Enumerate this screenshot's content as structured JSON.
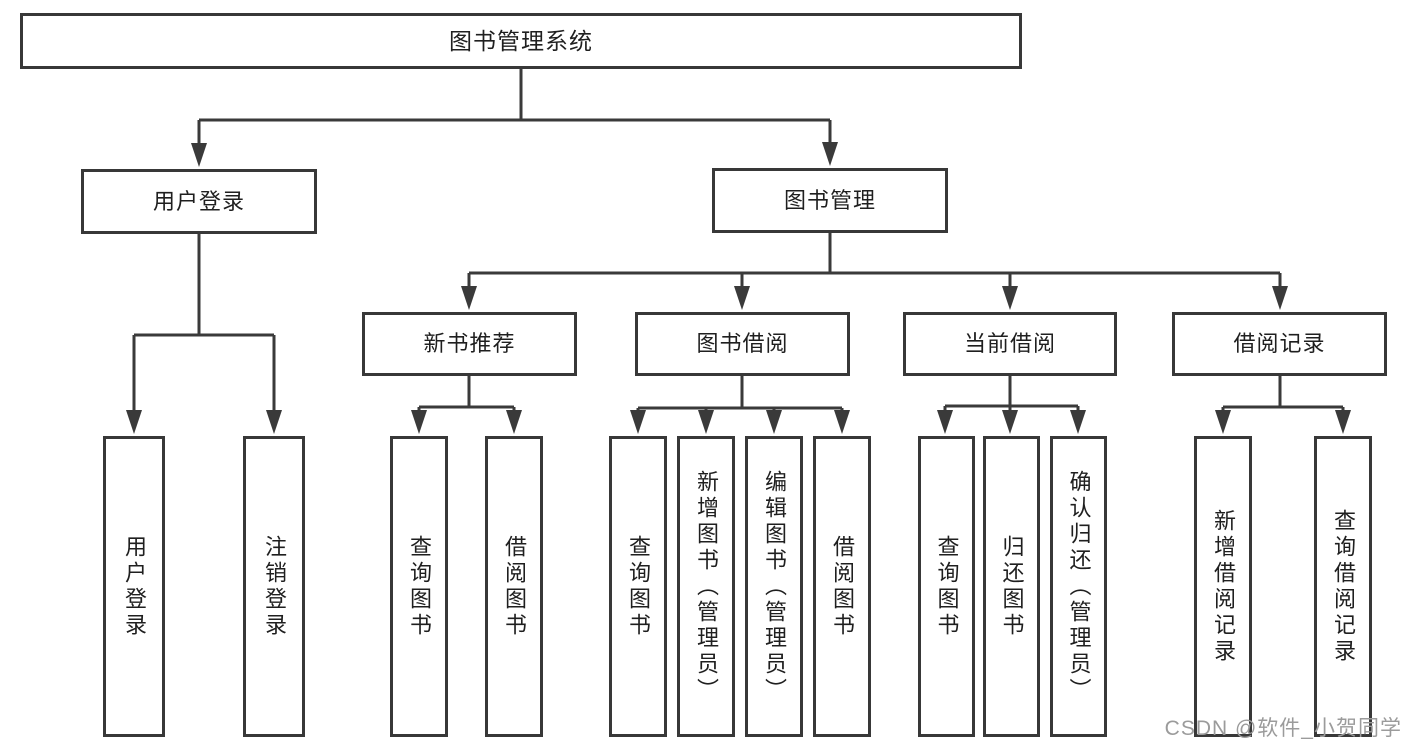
{
  "diagram": {
    "root": {
      "label": "图书管理系统",
      "children": [
        {
          "label": "用户登录",
          "children": [
            {
              "label": "用户登录"
            },
            {
              "label": "注销登录"
            }
          ]
        },
        {
          "label": "图书管理",
          "children": [
            {
              "label": "新书推荐",
              "children": [
                {
                  "label": "查询图书"
                },
                {
                  "label": "借阅图书"
                }
              ]
            },
            {
              "label": "图书借阅",
              "children": [
                {
                  "label": "查询图书"
                },
                {
                  "label": "新增图书（管理员）"
                },
                {
                  "label": "编辑图书（管理员）"
                },
                {
                  "label": "借阅图书"
                }
              ]
            },
            {
              "label": "当前借阅",
              "children": [
                {
                  "label": "查询图书"
                },
                {
                  "label": "归还图书"
                },
                {
                  "label": "确认归还（管理员）"
                }
              ]
            },
            {
              "label": "借阅记录",
              "children": [
                {
                  "label": "新增借阅记录"
                },
                {
                  "label": "查询借阅记录"
                }
              ]
            }
          ]
        }
      ]
    }
  },
  "watermark": {
    "text": "CSDN @软件_小贺同学",
    "color": "#9b9b9b"
  },
  "colors": {
    "line": "#3a3a3a",
    "box_border": "#383838",
    "text": "#1f1f1f",
    "background": "#ffffff"
  }
}
